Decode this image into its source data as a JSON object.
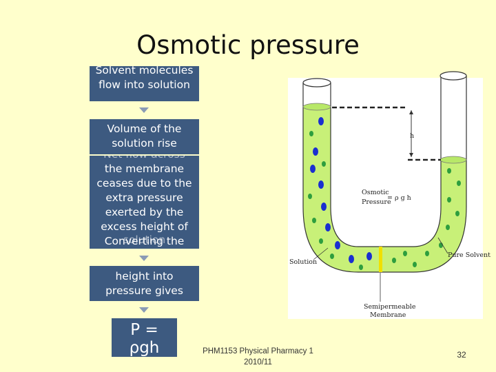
{
  "slide": {
    "title": "Osmotic pressure",
    "footer": {
      "course_line1": "PHM1153 Physical Pharmacy 1",
      "course_line2": "2010/11",
      "page_number": "32"
    }
  },
  "flowchart": {
    "step1": "Solvent molecules flow into solution",
    "step2": "Volume of the solution rise",
    "step3_overlap": "Net flow across",
    "step3": "the membrane ceases due to the extra pressure exerted by the excess height of",
    "step3_tail_a": "Converting the",
    "step3_tail_b": "solution",
    "step4": "height into pressure gives",
    "step5": "P = ρgh",
    "arrow_color": "#8a9bb5",
    "box_color": "#3d5a80"
  },
  "diagram": {
    "labels": {
      "height": "h",
      "osmotic_1": "Osmotic",
      "osmotic_2": "Pressure",
      "osmotic_eq": "= ρ g h",
      "solution": "Solution",
      "pure_solvent": "Pure Solvent",
      "membrane_1": "Semipermeable",
      "membrane_2": "Membrane"
    },
    "colors": {
      "liquid": "#c8f078",
      "molecule_blue": "#1a2fd0",
      "molecule_green": "#2e9e3e",
      "membrane": "#f0e000"
    }
  }
}
